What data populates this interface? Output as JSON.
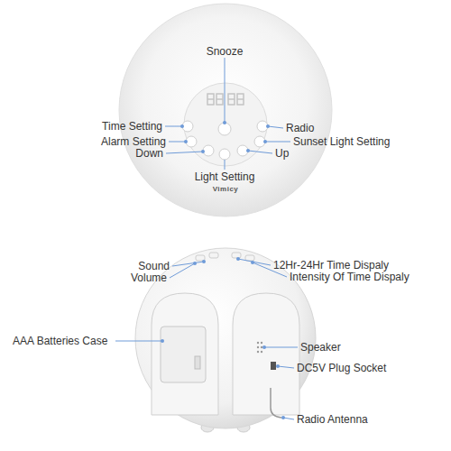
{
  "diagram": {
    "labels": [
      "Snooze",
      "Time Setting",
      "Radio",
      "Alarm Setting",
      "Sunset Light Setting",
      "Down",
      "Up",
      "Light Setting",
      "Vimicy",
      "Sound",
      "12Hr-24Hr Time Dispaly",
      "Volume",
      "Intensity Of Time Dispaly",
      "AAA Batteries Case",
      "Speaker",
      "DC5V Plug Socket",
      "Radio Antenna"
    ]
  }
}
